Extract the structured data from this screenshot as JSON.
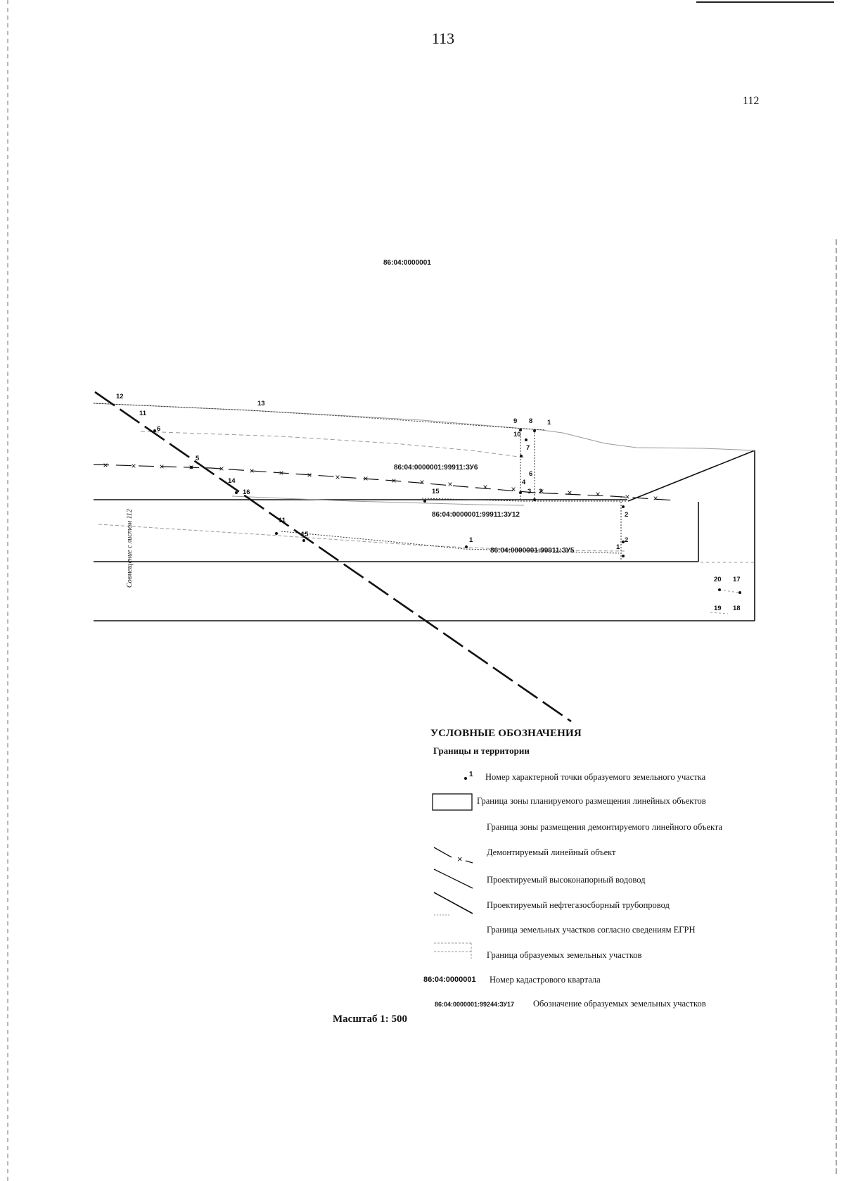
{
  "page": {
    "page_number": "113",
    "sheet_reference": "112",
    "scale": "Масштаб 1: 500"
  },
  "map": {
    "quarter_label": "86:04:0000001",
    "parcel_labels": [
      "86:04:0000001:99911:ЗУ6",
      "86:04:0000001:99911:ЗУ12",
      "86:04:0000001:99911:ЗУ5"
    ],
    "side_note": "Совмещение с листом 112",
    "points": [
      "12",
      "11",
      "6",
      "13",
      "5",
      "14",
      "16",
      "11",
      "15",
      "9",
      "8",
      "1",
      "10",
      "7",
      "6",
      "4",
      "3",
      "2",
      "15",
      "1",
      "2",
      "2",
      "1",
      "20",
      "17",
      "19",
      "18"
    ]
  },
  "legend": {
    "title": "УСЛОВНЫЕ ОБОЗНАЧЕНИЯ",
    "subtitle": "Границы и территории",
    "point_sample": "1",
    "items": [
      "Номер характерной точки образуемого земельного участка",
      "Граница зоны планируемого размещения линейных объектов",
      "Граница зоны размещения демонтируемого линейного объекта",
      "Демонтируемый линейный объект",
      "Проектируемый высоконапорный водовод",
      "Проектируемый нефтегазосборный трубопровод",
      "Граница земельных участков согласно сведениям ЕГРН",
      "Граница образуемых земельных участков",
      "Номер кадастрового квартала",
      "Обозначение образуемых земельных участков"
    ],
    "quarter_code": "86:04:0000001",
    "parcel_code": "86:04:0000001:99244:ЗУ17"
  },
  "colors": {
    "ink": "#111111",
    "faint_line": "#9a9a9a"
  }
}
